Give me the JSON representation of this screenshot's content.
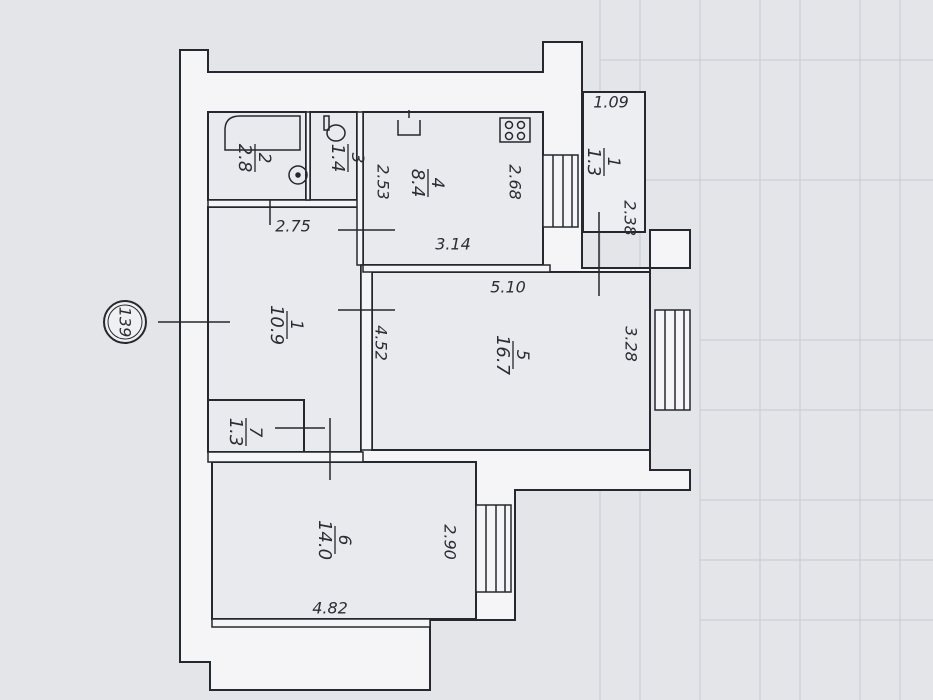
{
  "plan": {
    "unit_badge": "139",
    "rooms": [
      {
        "num": "1",
        "area": "10.9"
      },
      {
        "num": "2",
        "area": "2.8"
      },
      {
        "num": "3",
        "area": "1.4"
      },
      {
        "num": "4",
        "area": "8.4"
      },
      {
        "num": "5",
        "area": "16.7"
      },
      {
        "num": "6",
        "area": "14.0"
      },
      {
        "num": "7",
        "area": "1.3"
      },
      {
        "num": "1",
        "area": "1.3"
      }
    ],
    "dimensions": [
      "1.09",
      "2.38",
      "2.53",
      "2.68",
      "3.14",
      "2.75",
      "4.52",
      "5.10",
      "3.28",
      "2.90",
      "4.82"
    ]
  },
  "colors": {
    "paper": "#e4e6ea",
    "wall": "#f4f4f6",
    "ink": "#25282e",
    "grid": "#c3c7d0"
  }
}
